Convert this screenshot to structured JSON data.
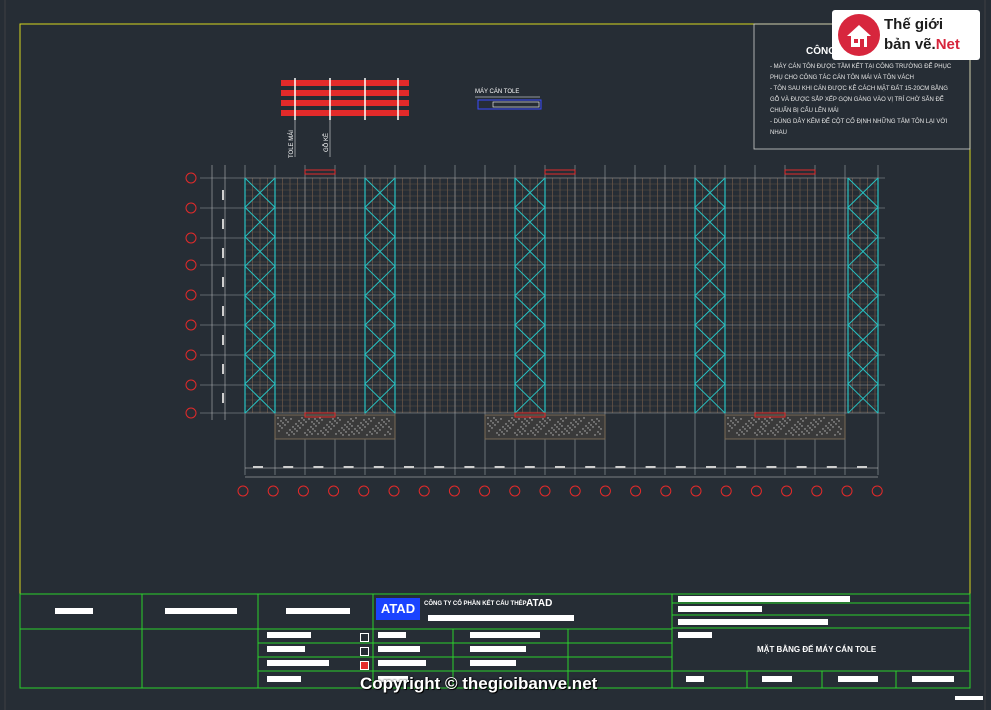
{
  "notes": {
    "title": "CÔNG",
    "lines": [
      "- MÁY CÁN TÔN ĐƯỢC TẦM KẾT TẠI CÔNG TRƯỜNG ĐỂ PHỤC",
      "PHỤ CHO CÔNG TÁC CÁN TÔN MÁI VÀ TÔN VÁCH",
      "- TÔN SAU KHI CÁN ĐƯỢC KÊ CÁCH MẶT ĐẤT 15-20CM BẰNG",
      "GỖ VÀ ĐƯỢC SẮP XẾP GỌN GÀNG VÀO VỊ TRÍ CHỜ SẴN ĐỂ",
      "CHUẨN BỊ CẨU LÊN MÁI",
      "- DÙNG DÂY KẼM ĐỂ CỘT CỐ ĐỊNH NHỮNG TẤM TÔN LẠI VỚI",
      "NHAU"
    ]
  },
  "logo": {
    "line1": "Thế giới",
    "line2_a": "bản vẽ.",
    "line2_b": "Net"
  },
  "legend": {
    "roof_label": "TOLE MÁI",
    "wood_label": "GỖ KÊ",
    "machine_label": "MÁY CÁN TOLE"
  },
  "title_block": {
    "logo_text": "ATAD",
    "company": "CÔNG TY CỔ PHẦN KẾT CẤU THÉP",
    "company_brand": "ATAD",
    "sheet_title": "MẶT BẰNG ĐẾ MÁY CÁN TOLE"
  },
  "watermark": "Copyright © thegioibanve.net",
  "colors": {
    "background": "#262d35",
    "frame": "#d6d61e",
    "title_block": "#2bd12b",
    "purlin": "#8a6a52",
    "bracing": "#27c2c2",
    "roof_sheet": "#e32a2a",
    "machine": "#3b4cff"
  },
  "icons": [
    "house-logo-icon",
    "grid-axis-bubble-icon",
    "checkbox-icon"
  ]
}
